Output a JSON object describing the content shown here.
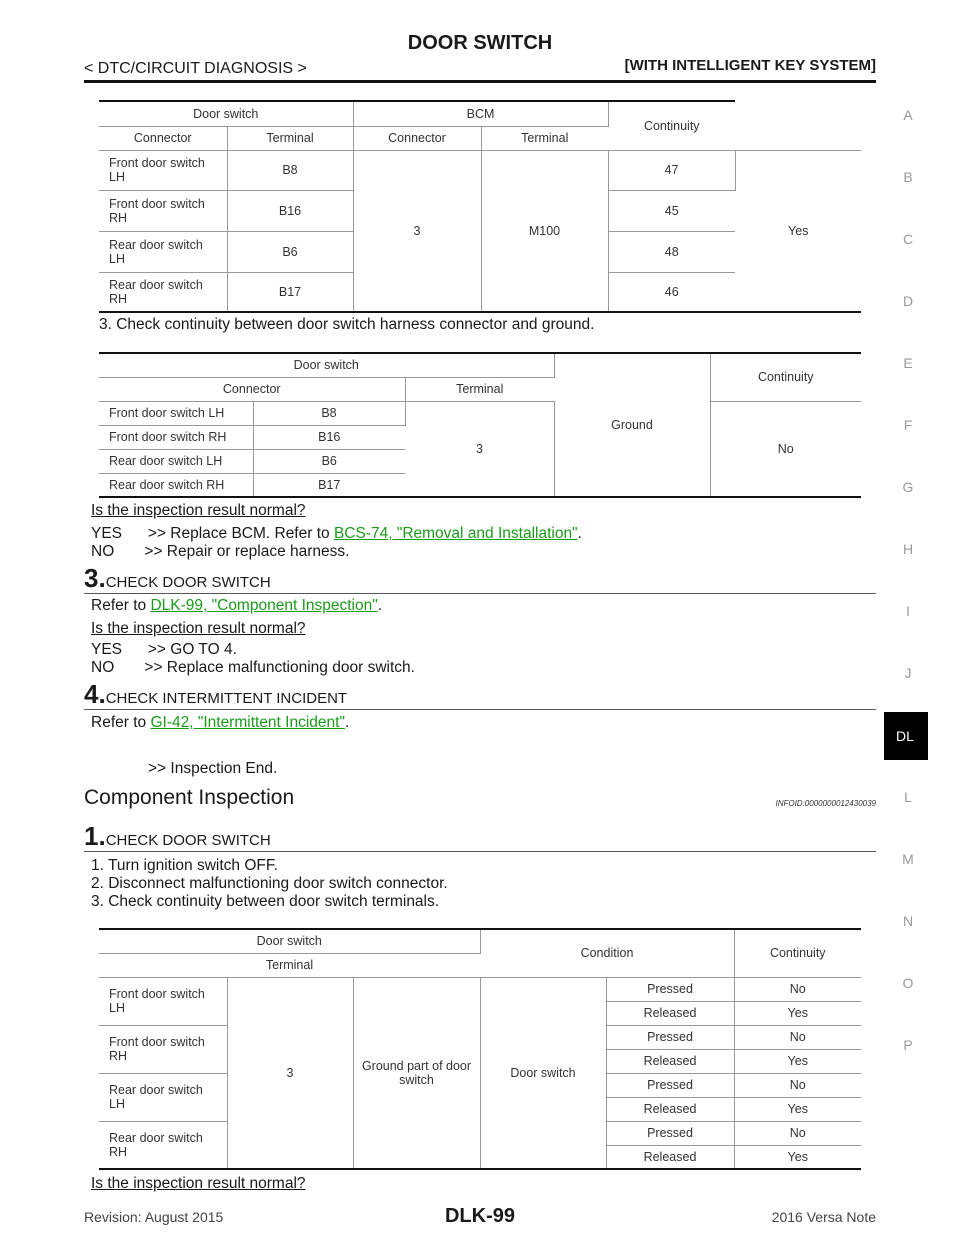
{
  "header": {
    "title": "DOOR SWITCH",
    "left": "< DTC/CIRCUIT DIAGNOSIS >",
    "right": "[WITH INTELLIGENT KEY SYSTEM]"
  },
  "side_index": [
    "A",
    "B",
    "C",
    "D",
    "E",
    "F",
    "G",
    "H",
    "I",
    "J",
    "DL",
    "L",
    "M",
    "N",
    "O",
    "P"
  ],
  "table1": {
    "h_door_switch": "Door switch",
    "h_bcm": "BCM",
    "h_continuity": "Continuity",
    "h_connector": "Connector",
    "h_terminal": "Terminal",
    "h_connector2": "Connector",
    "h_terminal2": "Terminal",
    "rows": [
      {
        "name": "Front door switch LH",
        "conn": "B8",
        "bcm_term": "47"
      },
      {
        "name": "Front door switch RH",
        "conn": "B16",
        "bcm_term": "45"
      },
      {
        "name": "Rear door switch LH",
        "conn": "B6",
        "bcm_term": "48"
      },
      {
        "name": "Rear door switch RH",
        "conn": "B17",
        "bcm_term": "46"
      }
    ],
    "terminal": "3",
    "bcm_connector": "M100",
    "continuity": "Yes"
  },
  "step3_text": "3.  Check continuity between door switch harness connector and ground.",
  "table2": {
    "h_door_switch": "Door switch",
    "h_continuity": "Continuity",
    "h_connector": "Connector",
    "h_terminal": "Terminal",
    "rows": [
      {
        "name": "Front door switch LH",
        "conn": "B8"
      },
      {
        "name": "Front door switch RH",
        "conn": "B16"
      },
      {
        "name": "Rear door switch LH",
        "conn": "B6"
      },
      {
        "name": "Rear door switch RH",
        "conn": "B17"
      }
    ],
    "terminal": "3",
    "ground": "Ground",
    "continuity": "No"
  },
  "question": "Is the inspection result normal?",
  "block1": {
    "yes": "YES      >> Replace BCM. Refer to ",
    "yes_link": "BCS-74, \"Removal and Installation\"",
    "no": "NO       >> Repair or replace harness."
  },
  "step_b": {
    "num": "3.",
    "title": "CHECK DOOR SWITCH"
  },
  "block2": {
    "refer": "Refer to ",
    "link": "DLK-99, \"Component Inspection\"",
    "yes": "YES      >> GO TO 4.",
    "no": "NO       >> Replace malfunctioning door switch."
  },
  "step_c": {
    "num": "4.",
    "title": "CHECK INTERMITTENT INCIDENT"
  },
  "block3": {
    "refer": "Refer to ",
    "link": "GI-42, \"Intermittent Incident\"",
    "end": ">> Inspection End."
  },
  "section": {
    "title": "Component Inspection",
    "infoid": "INFOID:0000000012430039"
  },
  "step_d": {
    "num": "1.",
    "title": "CHECK DOOR SWITCH"
  },
  "steps": [
    "1.  Turn ignition switch OFF.",
    "2.  Disconnect malfunctioning door switch connector.",
    "3.  Check continuity between door switch terminals."
  ],
  "table3": {
    "h_door_switch": "Door switch",
    "h_terminal": "Terminal",
    "h_condition": "Condition",
    "h_continuity": "Continuity",
    "names": [
      "Front door switch LH",
      "Front door switch RH",
      "Rear door switch LH",
      "Rear door switch RH"
    ],
    "terminal": "3",
    "ground": "Ground part of door switch",
    "component": "Door switch",
    "states": [
      {
        "cond": "Pressed",
        "cont": "No"
      },
      {
        "cond": "Released",
        "cont": "Yes"
      }
    ]
  },
  "footer": {
    "revision": "Revision: August 2015",
    "page": "DLK-99",
    "model": "2016 Versa Note"
  }
}
